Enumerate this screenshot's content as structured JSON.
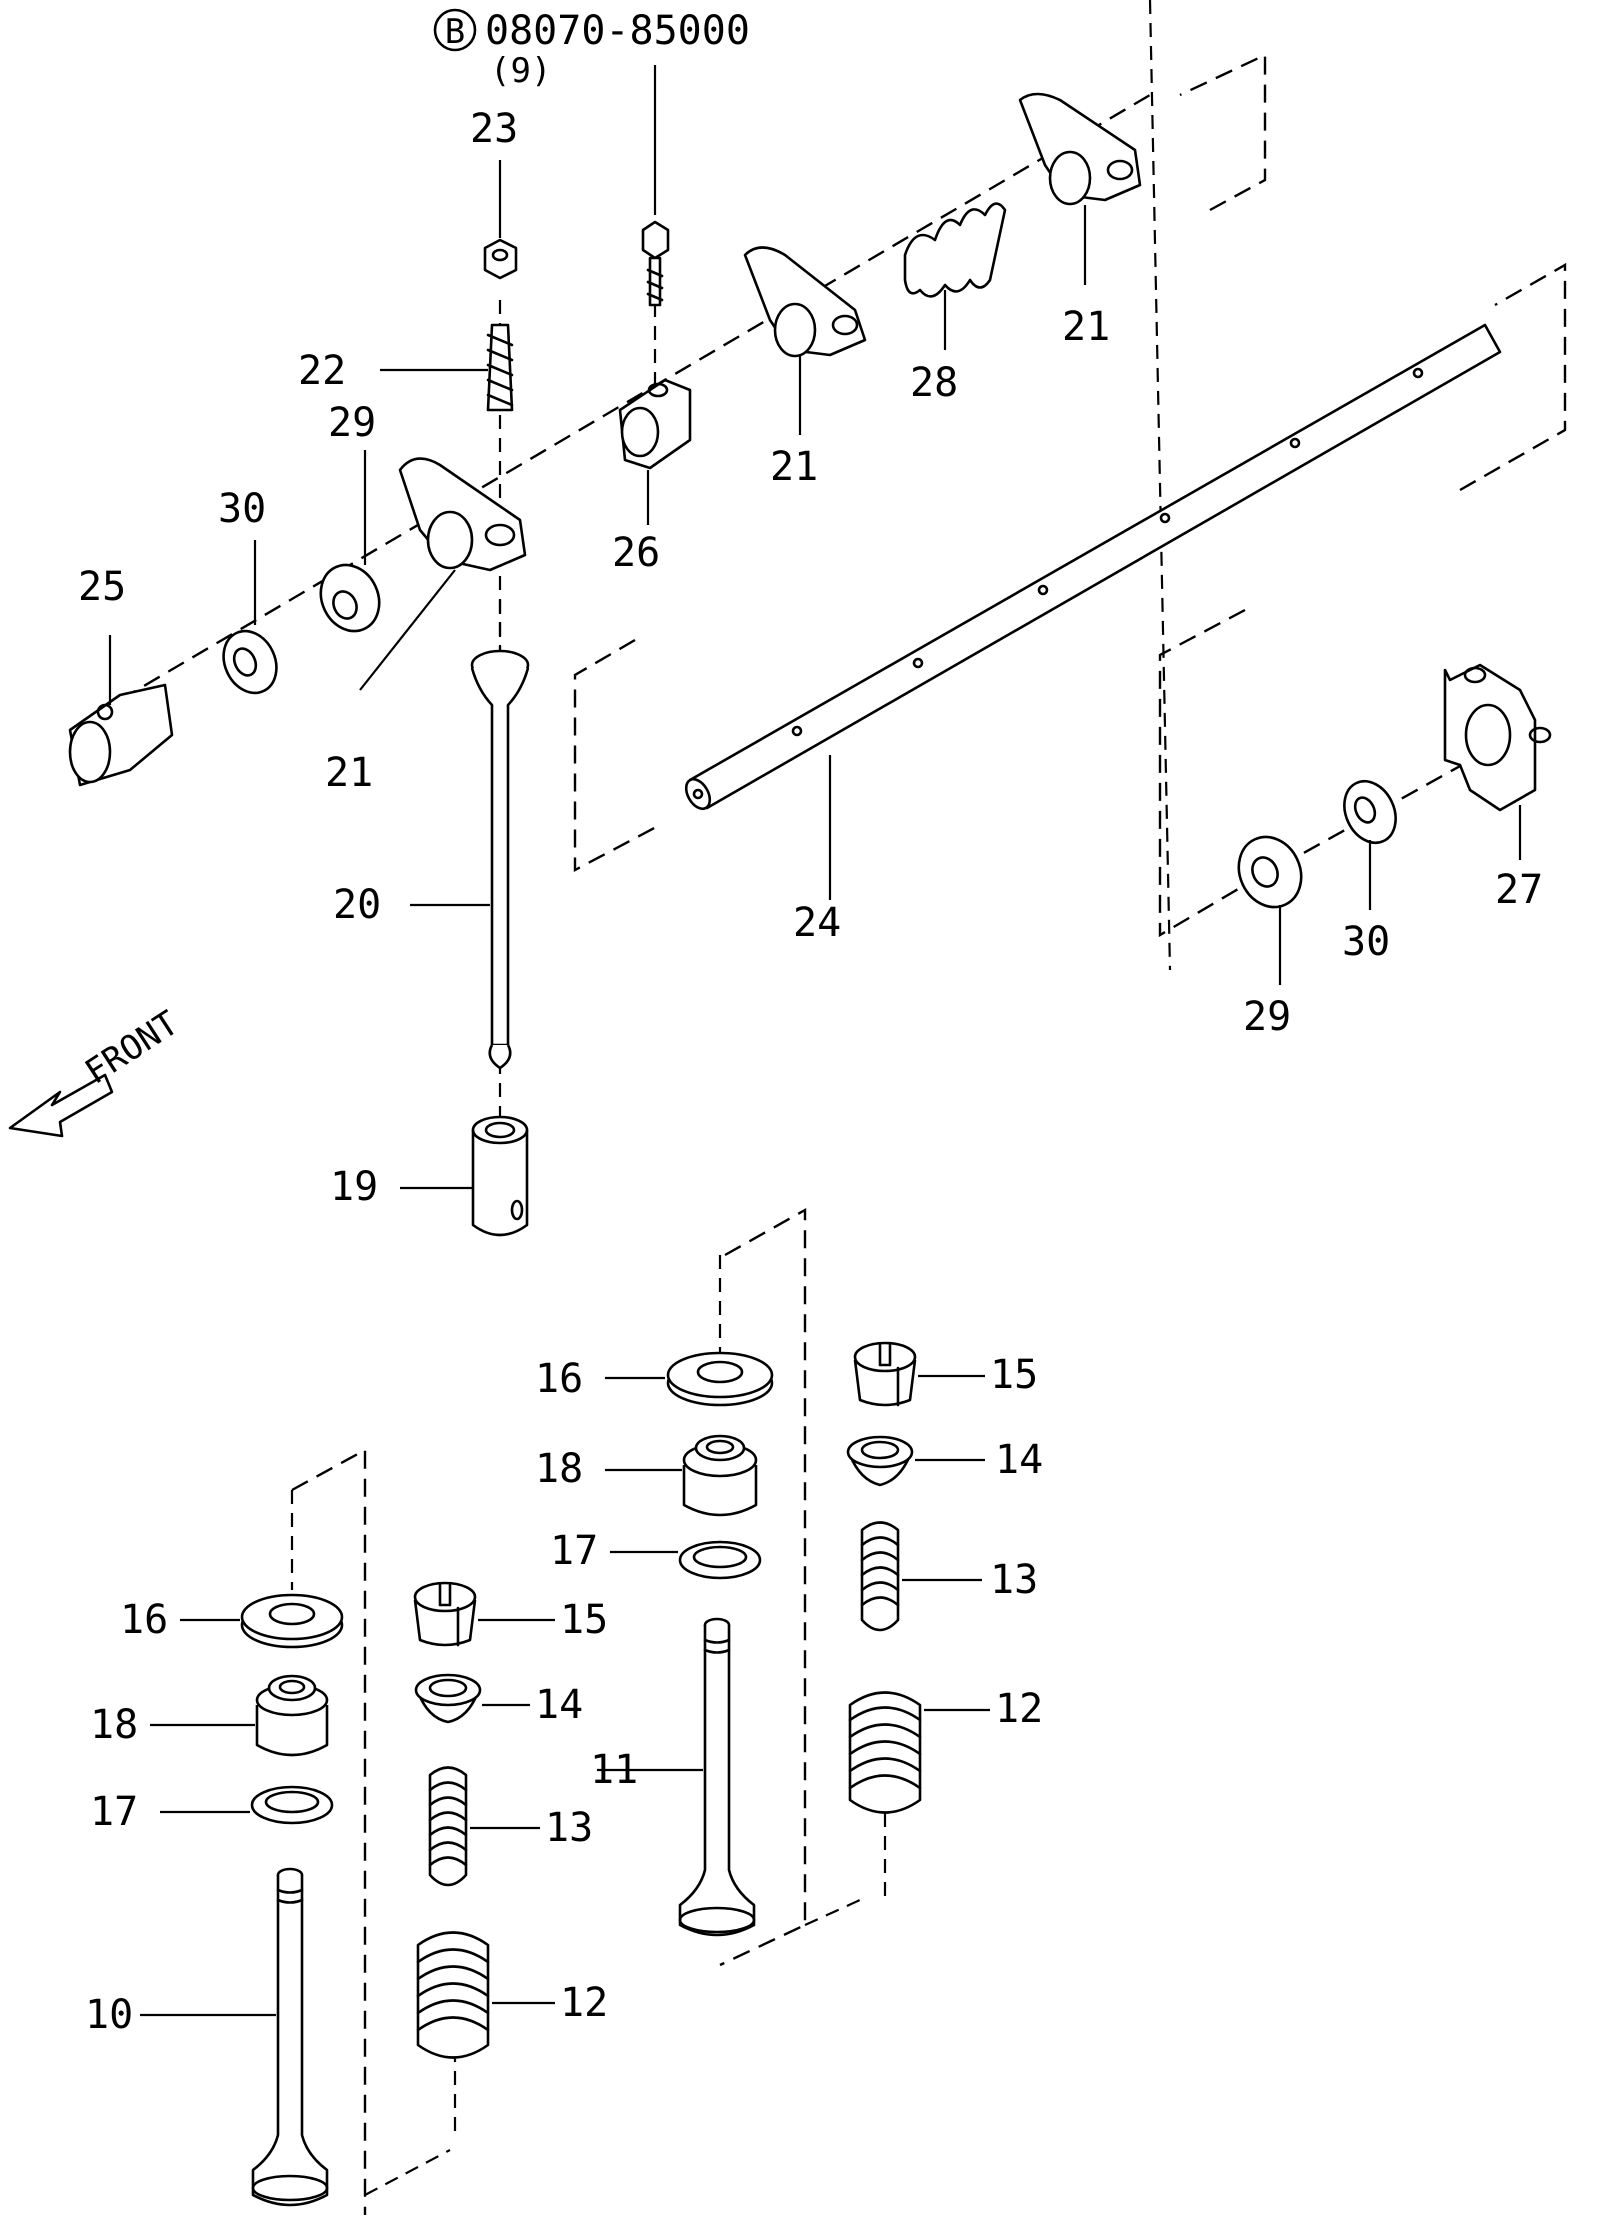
{
  "bolt_ref": {
    "circle_letter": "B",
    "part_number": "08070-85000",
    "quantity": "(9)"
  },
  "front_label": "FRONT",
  "callouts": {
    "c10": "10",
    "c11": "11",
    "c12a": "12",
    "c12b": "12",
    "c13a": "13",
    "c13b": "13",
    "c14a": "14",
    "c14b": "14",
    "c15a": "15",
    "c15b": "15",
    "c16a": "16",
    "c16b": "16",
    "c17a": "17",
    "c17b": "17",
    "c18a": "18",
    "c18b": "18",
    "c19": "19",
    "c20": "20",
    "c21a": "21",
    "c21b": "21",
    "c21c": "21",
    "c22": "22",
    "c23": "23",
    "c24": "24",
    "c25": "25",
    "c26": "26",
    "c27": "27",
    "c28": "28",
    "c29a": "29",
    "c29b": "29",
    "c30a": "30",
    "c30b": "30"
  }
}
